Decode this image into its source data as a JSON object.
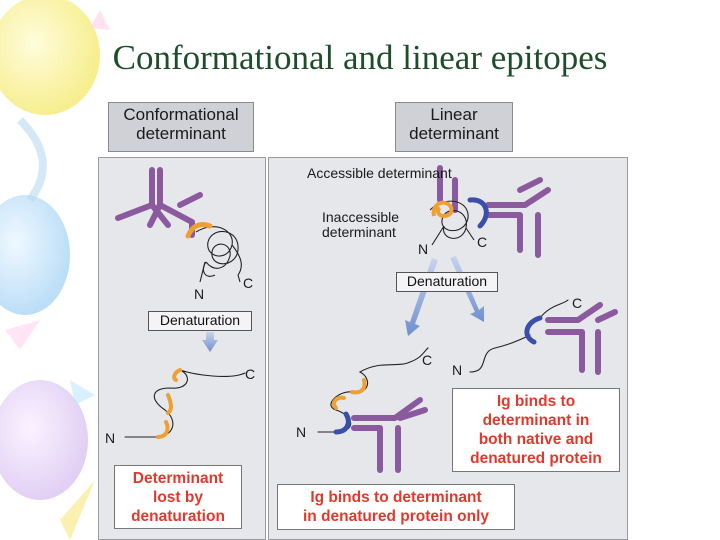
{
  "title": "Conformational and linear epitopes",
  "left_panel": {
    "heading_lines": [
      "Conformational",
      "determinant"
    ],
    "label_n_top": "N",
    "label_c_top": "C",
    "process_label": "Denaturation",
    "label_c_bottom": "C",
    "label_n_bottom": "N",
    "result_lines": [
      "Determinant",
      "lost by",
      "denaturation"
    ]
  },
  "right_panel": {
    "heading_lines": [
      "Linear",
      "determinant"
    ],
    "accessible_label": "Accessible determinant",
    "inaccessible_lines": [
      "Inaccessible",
      "determinant"
    ],
    "label_n_top": "N",
    "label_c_top": "C",
    "process_label": "Denaturation",
    "label_c_right": "C",
    "label_n_right": "N",
    "label_c_mid": "C",
    "label_n_left": "N",
    "result_both_lines": [
      "Ig binds to",
      "determinant in",
      "both native and",
      "denatured protein"
    ],
    "result_denatured_lines": [
      "Ig binds to determinant",
      "in denatured protein only"
    ]
  },
  "colors": {
    "antibody": "#8b5a9e",
    "conformational_epitope": "#f0a030",
    "linear_epitope": "#3a4fa8",
    "result_text": "#e03a2c",
    "title": "#1f4d2a"
  }
}
